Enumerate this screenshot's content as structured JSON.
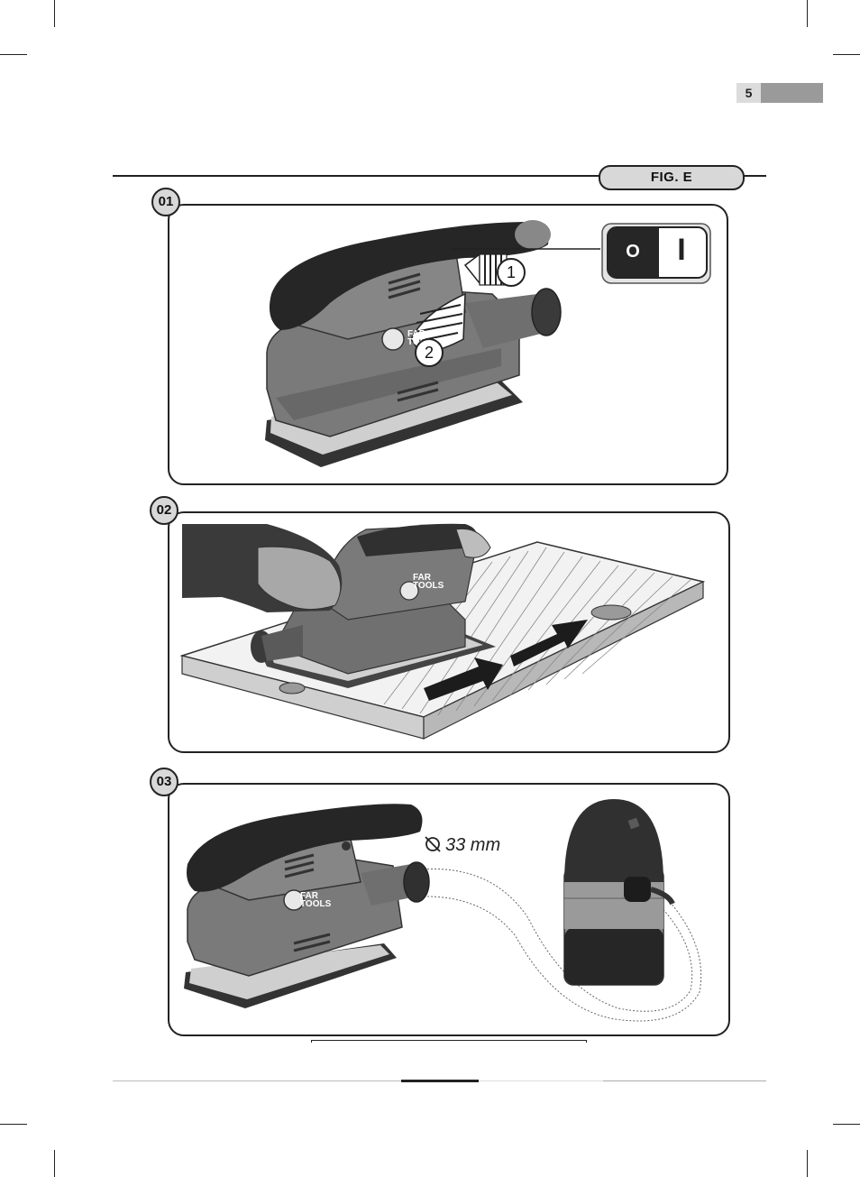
{
  "page": {
    "number": "5"
  },
  "figure": {
    "label": "FIG. E"
  },
  "steps": [
    {
      "number": "01",
      "callouts": [
        "1",
        "2"
      ],
      "switch": {
        "off_symbol": "O",
        "on_symbol": "I"
      },
      "brand": {
        "line1": "FAR",
        "line2": "TOOLS"
      }
    },
    {
      "number": "02",
      "brand": {
        "line1": "FAR",
        "line2": "TOOLS"
      }
    },
    {
      "number": "03",
      "diameter_label": "33 mm",
      "brand": {
        "line1": "FAR",
        "line2": "TOOLS"
      }
    }
  ],
  "colors": {
    "tool_body": "#7a7a7a",
    "handle": "#262626",
    "accent": "#d8d8d8",
    "line": "#222222"
  }
}
